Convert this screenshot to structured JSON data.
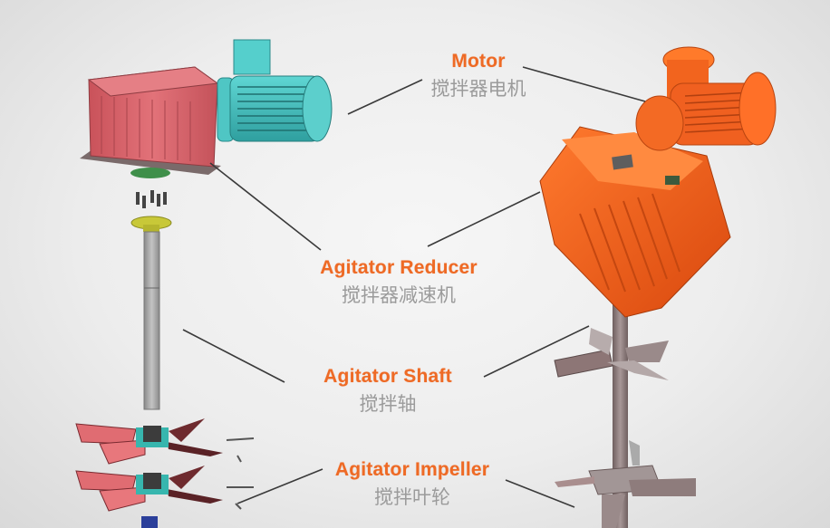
{
  "diagram": {
    "subject": "Agitator components",
    "labels": [
      {
        "id": "motor",
        "en": "Motor",
        "zh": "搅拌器电机"
      },
      {
        "id": "reducer",
        "en": "Agitator Reducer",
        "zh": "搅拌器减速机"
      },
      {
        "id": "shaft",
        "en": "Agitator Shaft",
        "zh": "搅拌轴"
      },
      {
        "id": "impeller",
        "en": "Agitator Impeller",
        "zh": "搅拌叶轮"
      }
    ],
    "colors": {
      "label_en": "#ee6a25",
      "label_zh": "#9b9b9b",
      "leader_line": "#3a3a3a",
      "cad_reducer": "#d9646a",
      "cad_motor": "#4fc6c4",
      "real_unit": "#f2641e",
      "shaft": "#9a9a9a"
    },
    "left_view": "Exploded CAD model",
    "right_view": "Assembled agitator"
  }
}
